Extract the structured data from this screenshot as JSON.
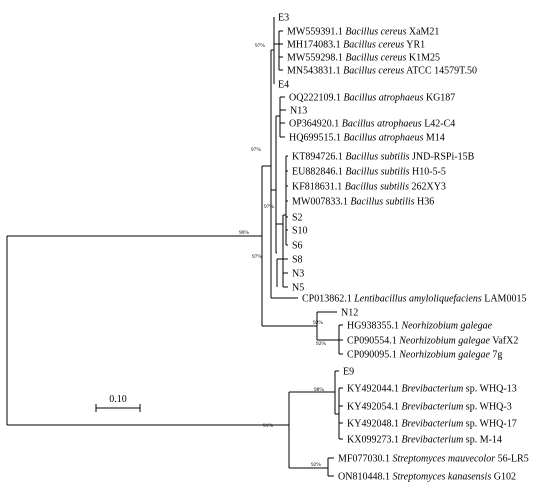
{
  "leaves": [
    {
      "acc": "E3",
      "species": "",
      "strain": ""
    },
    {
      "acc": "MW559391.1",
      "species": "Bacillus cereus",
      "strain": "XaM21"
    },
    {
      "acc": "MH174083.1",
      "species": "Bacillus cereus",
      "strain": "YR1"
    },
    {
      "acc": "MW559298.1",
      "species": "Bacillus cereus",
      "strain": "K1M25"
    },
    {
      "acc": "MN543831.1",
      "species": "Bacillus cereus",
      "strain": "ATCC 14579T.50"
    },
    {
      "acc": "E4",
      "species": "",
      "strain": ""
    },
    {
      "acc": "OQ222109.1",
      "species": "Bacillus atrophaeus",
      "strain": "KG187"
    },
    {
      "acc": "N13",
      "species": "",
      "strain": ""
    },
    {
      "acc": "OP364920.1",
      "species": "Bacillus atrophaeus",
      "strain": "L42-C4"
    },
    {
      "acc": "HQ699515.1",
      "species": "Bacillus atrophaeus",
      "strain": "M14"
    },
    {
      "acc": "KT894726.1",
      "species": "Bacillus subtilis",
      "strain": "JND-RSPi-15B"
    },
    {
      "acc": "EU882846.1",
      "species": "Bacillus subtilis",
      "strain": "H10-5-5"
    },
    {
      "acc": "KF818631.1",
      "species": "Bacillus subtilis",
      "strain": "262XY3"
    },
    {
      "acc": "MW007833.1",
      "species": "Bacillus subtilis",
      "strain": "H36"
    },
    {
      "acc": "S2",
      "species": "",
      "strain": ""
    },
    {
      "acc": "S10",
      "species": "",
      "strain": ""
    },
    {
      "acc": "S6",
      "species": "",
      "strain": ""
    },
    {
      "acc": "S8",
      "species": "",
      "strain": ""
    },
    {
      "acc": "N3",
      "species": "",
      "strain": ""
    },
    {
      "acc": "N5",
      "species": "",
      "strain": ""
    },
    {
      "acc": "CP013862.1",
      "species": "Lentibacillus amyloliquefaciens",
      "strain": "LAM0015"
    },
    {
      "acc": "N12",
      "species": "",
      "strain": ""
    },
    {
      "acc": "HG938355.1",
      "species": "Neorhizobium galegae",
      "strain": ""
    },
    {
      "acc": "CP090554.1",
      "species": "Neorhizobium galegae",
      "strain": "VafX2"
    },
    {
      "acc": "CP090095.1",
      "species": "Neorhizobium galegae",
      "strain": "7g"
    },
    {
      "acc": "E9",
      "species": "",
      "strain": ""
    },
    {
      "acc": "KY492044.1",
      "species": "Brevibacterium",
      "strain": "sp. WHQ-13"
    },
    {
      "acc": "KY492054.1",
      "species": "Brevibacterium",
      "strain": "sp. WHQ-3"
    },
    {
      "acc": "KY492048.1",
      "species": "Brevibacterium",
      "strain": "sp. WHQ-17"
    },
    {
      "acc": "KX099273.1",
      "species": "Brevibacterium",
      "strain": "sp. M-14"
    },
    {
      "acc": "MF077030.1",
      "species": "Streptomyces mauvecolor",
      "strain": "56-LR5"
    },
    {
      "acc": "ON810448.1",
      "species": "Streptomyces kanasensis",
      "strain": "G102"
    }
  ],
  "bootstrap": [
    "97%",
    "97%",
    "97%",
    "97%",
    "90%",
    "92%",
    "92%",
    "98%",
    "91%",
    "92%"
  ],
  "scale_bar": "0.10"
}
